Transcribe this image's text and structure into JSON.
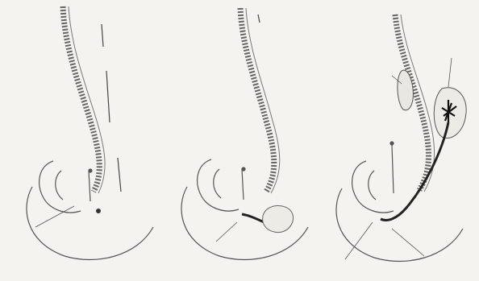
{
  "figure": {
    "panels": [
      {
        "id": "panel-1",
        "labels": {
          "upper_1": "",
          "upper_2": "",
          "center": "",
          "sacral": "",
          "lower": ""
        }
      },
      {
        "id": "panel-2",
        "labels": {
          "upper": "",
          "center": "",
          "lower": ""
        }
      },
      {
        "id": "panel-3",
        "labels": {
          "left_upper": "",
          "right_upper": "",
          "center": "",
          "bottom_1": "",
          "bottom_2": ""
        }
      }
    ],
    "colors": {
      "ink": "#555555",
      "device": "#222222",
      "paper": "#f4f3ef"
    }
  }
}
